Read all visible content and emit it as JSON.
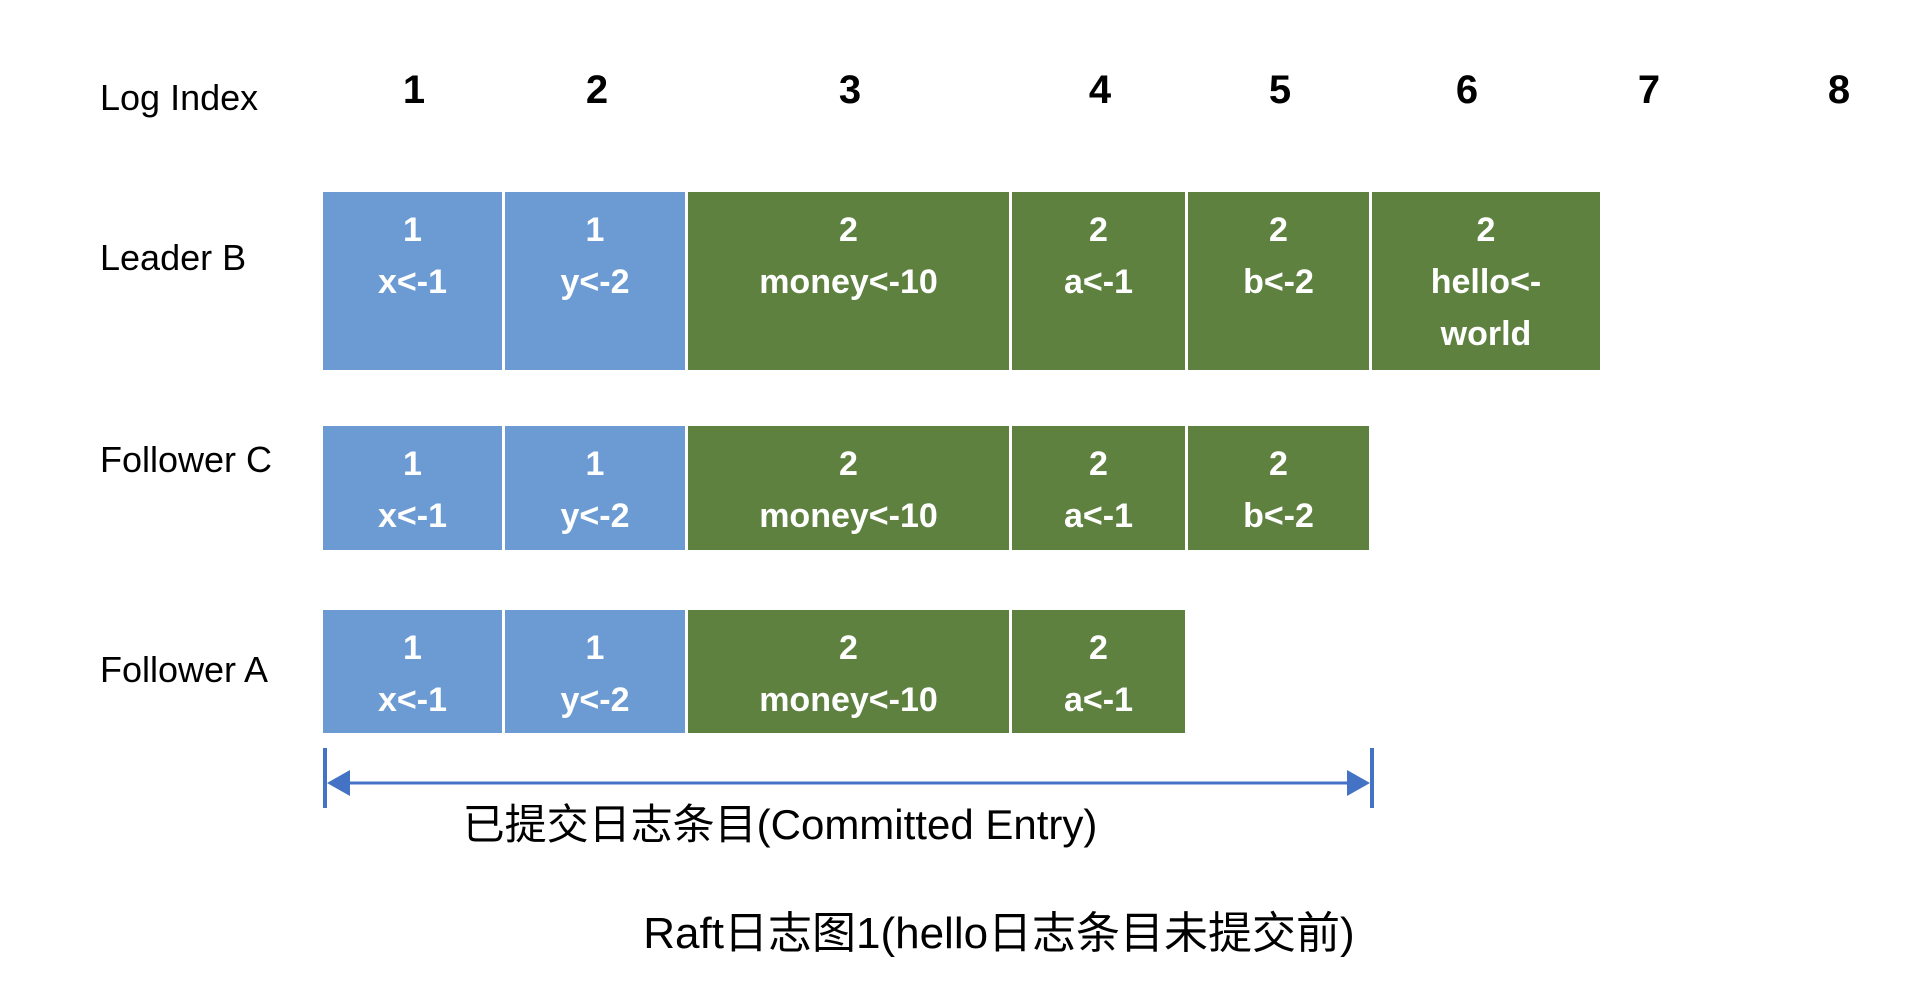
{
  "header": {
    "label": "Log Index",
    "indices": [
      "1",
      "2",
      "3",
      "4",
      "5",
      "6",
      "7",
      "8"
    ]
  },
  "rows": [
    {
      "name": "Leader B",
      "cells": [
        {
          "term": "1",
          "command": "x<-1"
        },
        {
          "term": "1",
          "command": "y<-2"
        },
        {
          "term": "2",
          "command": "money<-10"
        },
        {
          "term": "2",
          "command": "a<-1"
        },
        {
          "term": "2",
          "command": "b<-2"
        },
        {
          "term": "2",
          "command": "hello<-world"
        }
      ]
    },
    {
      "name": "Follower C",
      "cells": [
        {
          "term": "1",
          "command": "x<-1"
        },
        {
          "term": "1",
          "command": "y<-2"
        },
        {
          "term": "2",
          "command": "money<-10"
        },
        {
          "term": "2",
          "command": "a<-1"
        },
        {
          "term": "2",
          "command": "b<-2"
        }
      ]
    },
    {
      "name": "Follower A",
      "cells": [
        {
          "term": "1",
          "command": "x<-1"
        },
        {
          "term": "1",
          "command": "y<-2"
        },
        {
          "term": "2",
          "command": "money<-10"
        },
        {
          "term": "2",
          "command": "a<-1"
        }
      ]
    }
  ],
  "committed": {
    "label": "已提交日志条目(Committed Entry)",
    "range_start_index": 1,
    "range_end_index": 5
  },
  "caption": "Raft日志图1(hello日志条目未提交前)",
  "colors": {
    "blue_entry": "#6B9BD2",
    "green_entry": "#5E8140",
    "arrow": "#4472C4",
    "cell_text": "#FFFFFF",
    "text": "#000000"
  }
}
